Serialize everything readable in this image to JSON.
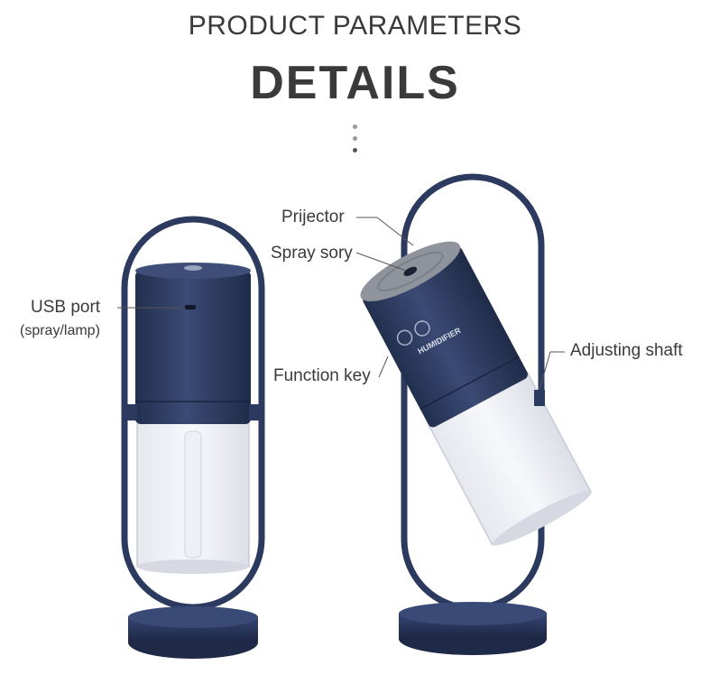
{
  "header": {
    "pre_title": "PRODUCT PARAMETERS",
    "title": "DETAILS"
  },
  "labels": {
    "usb_port": "USB port",
    "usb_port_sub": "(spray/lamp)",
    "projector": "Prijector",
    "spray": "Spray sory",
    "function_key": "Function key",
    "adjusting_shaft": "Adjusting shaft",
    "device_text": "HUMIDIFIER"
  },
  "colors": {
    "body_blue": "#2c3a5f",
    "text": "#3a3a3a",
    "top_grey": "#8f949c"
  }
}
